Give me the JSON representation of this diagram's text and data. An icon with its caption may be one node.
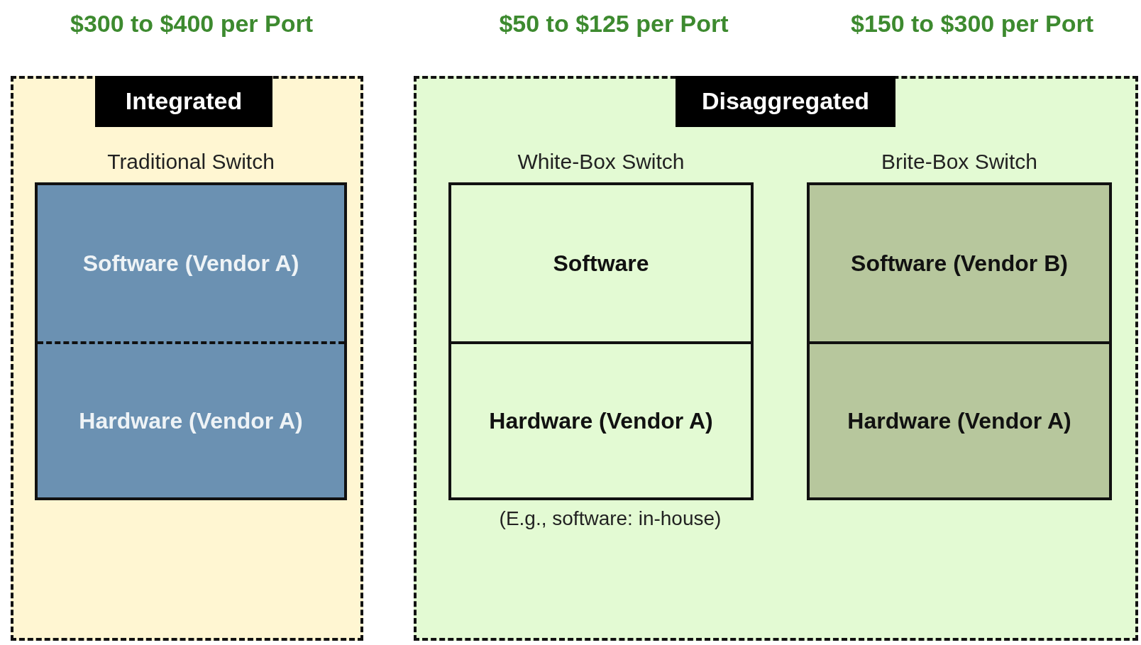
{
  "diagram": {
    "nodes": [
      {
        "text": [
          "Integrated"
        ]
      },
      {
        "text": [
          "Traditional Switch"
        ],
        "in": 0
      },
      {
        "text": [
          "Software (Vendor A)"
        ],
        "in": 1
      },
      {
        "text": [
          "Hardware (Vendor A)"
        ],
        "in": 1
      },
      {
        "text": [
          "Disaggregated"
        ]
      },
      {
        "text": [
          "White-Box Switch"
        ],
        "in": 4
      },
      {
        "text": [
          "Software"
        ],
        "in": 5
      },
      {
        "text": [
          "Hardware (Vendor A)"
        ],
        "in": 5
      },
      {
        "text": [
          "Brite-Box Switch"
        ],
        "in": 4
      },
      {
        "text": [
          "Software (Vendor B)"
        ],
        "in": 8
      },
      {
        "text": [
          "Hardware (Vendor A)"
        ],
        "in": 8
      }
    ],
    "labels": [
      "$300 to $400 per Port",
      "$50 to $125 per Port",
      "$150 to $300 per Port",
      "(E.g., software: in-house)"
    ]
  }
}
